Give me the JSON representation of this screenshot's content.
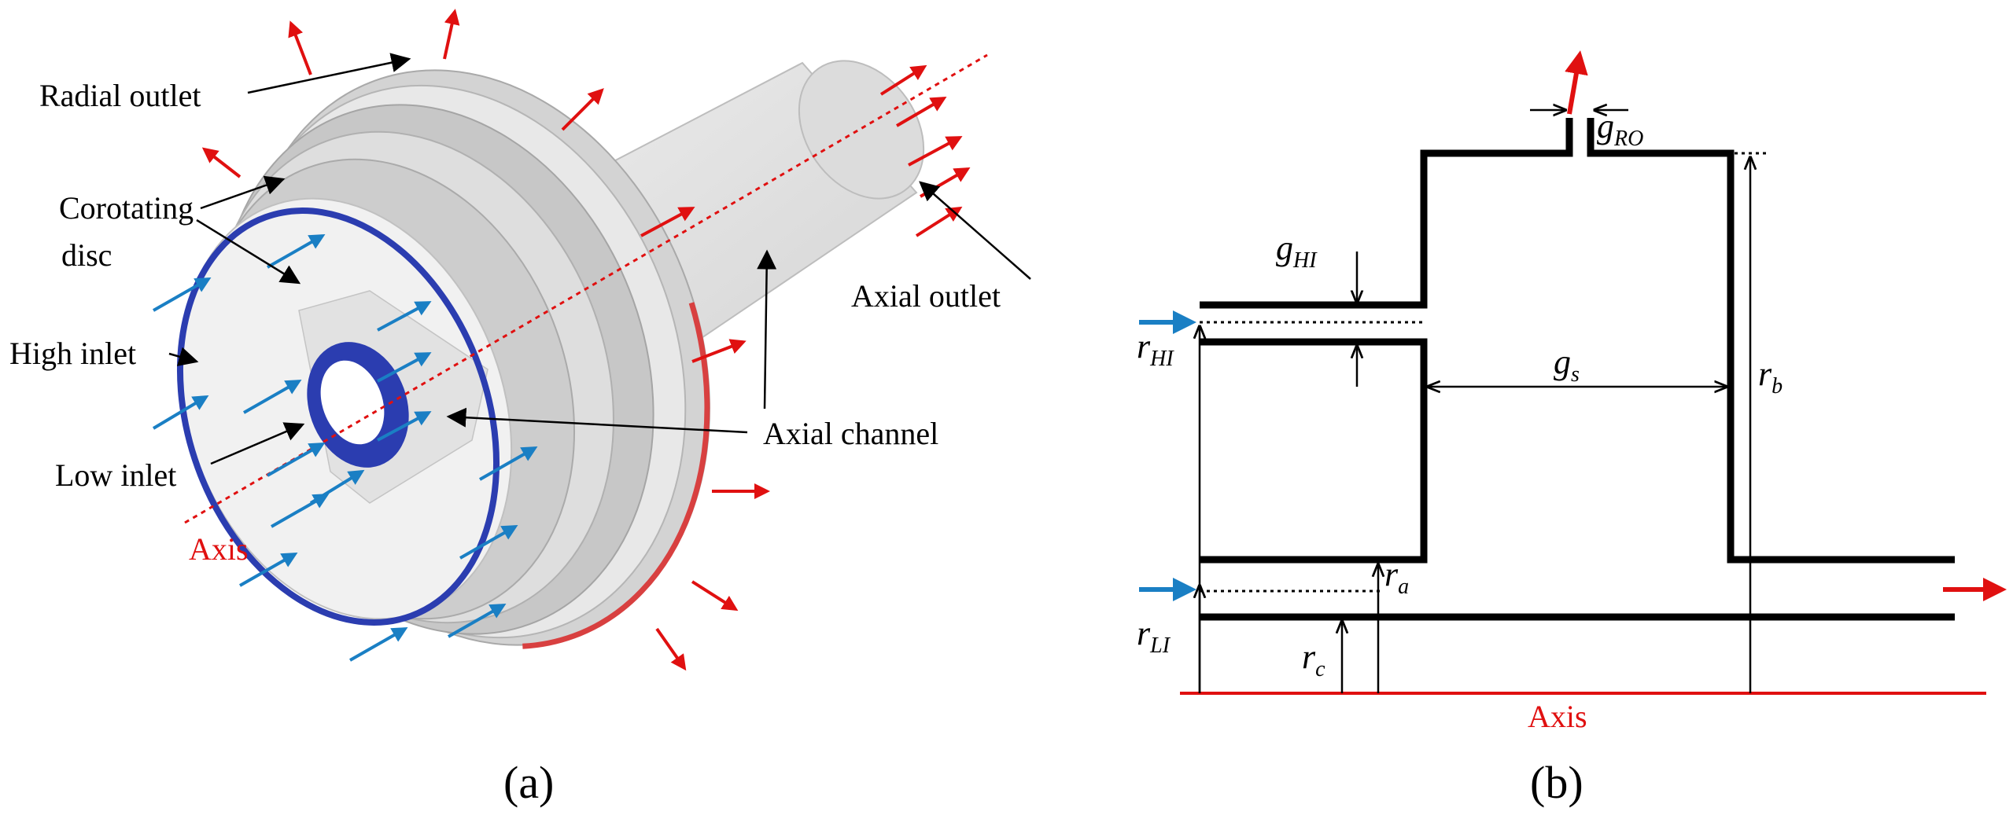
{
  "panel_a": {
    "labels": {
      "radial_outlet": "Radial outlet",
      "corotating_disc_line1": "Corotating",
      "corotating_disc_line2": "disc",
      "high_inlet": "High inlet",
      "low_inlet": "Low inlet",
      "axis": "Axis",
      "axial_outlet": "Axial outlet",
      "axial_channel": "Axial channel"
    },
    "caption": "(a)"
  },
  "panel_b": {
    "symbols": {
      "g_HI": {
        "main": "g",
        "sub": "HI"
      },
      "g_RO": {
        "main": "g",
        "sub": "RO"
      },
      "g_s": {
        "main": "g",
        "sub": "s"
      },
      "r_HI": {
        "main": "r",
        "sub": "HI"
      },
      "r_b": {
        "main": "r",
        "sub": "b"
      },
      "r_a": {
        "main": "r",
        "sub": "a"
      },
      "r_LI": {
        "main": "r",
        "sub": "LI"
      },
      "r_c": {
        "main": "r",
        "sub": "c"
      }
    },
    "axis_label": "Axis",
    "caption": "(b)"
  },
  "colors": {
    "outlet_arrow": "#e01010",
    "inlet_arrow": "#1a7fc4",
    "inlet_ring": "#2b3db0",
    "disc_light": "#e6e6e6",
    "disc_mid": "#c9c9c9",
    "axis": "#e01010"
  }
}
